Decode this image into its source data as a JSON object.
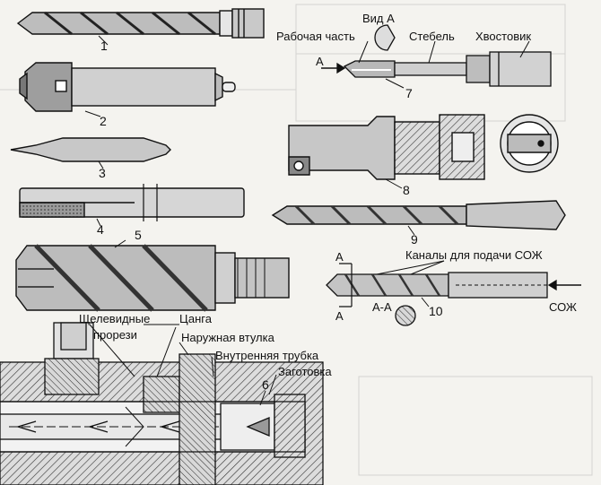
{
  "labels": {
    "num1": "1",
    "num2": "2",
    "num3": "3",
    "num4": "4",
    "num5": "5",
    "num6": "6",
    "num7": "7",
    "num8": "8",
    "num9": "9",
    "num10": "10",
    "vid_a": "Вид А",
    "working_part": "Рабочая часть",
    "stem": "Стебель",
    "shank": "Хвостовик",
    "arrow_a": "А",
    "coolant_channels": "Каналы для подачи СОЖ",
    "section_a_top": "А",
    "section_a_bottom": "А",
    "section_aa": "А-А",
    "coolant": "СОЖ",
    "slots_line1": "Щелевидные",
    "slots_line2": "прорези",
    "collet": "Цанга",
    "outer_sleeve": "Наружная втулка",
    "inner_tube": "Внутренняя трубка",
    "workpiece": "Заготовка"
  }
}
